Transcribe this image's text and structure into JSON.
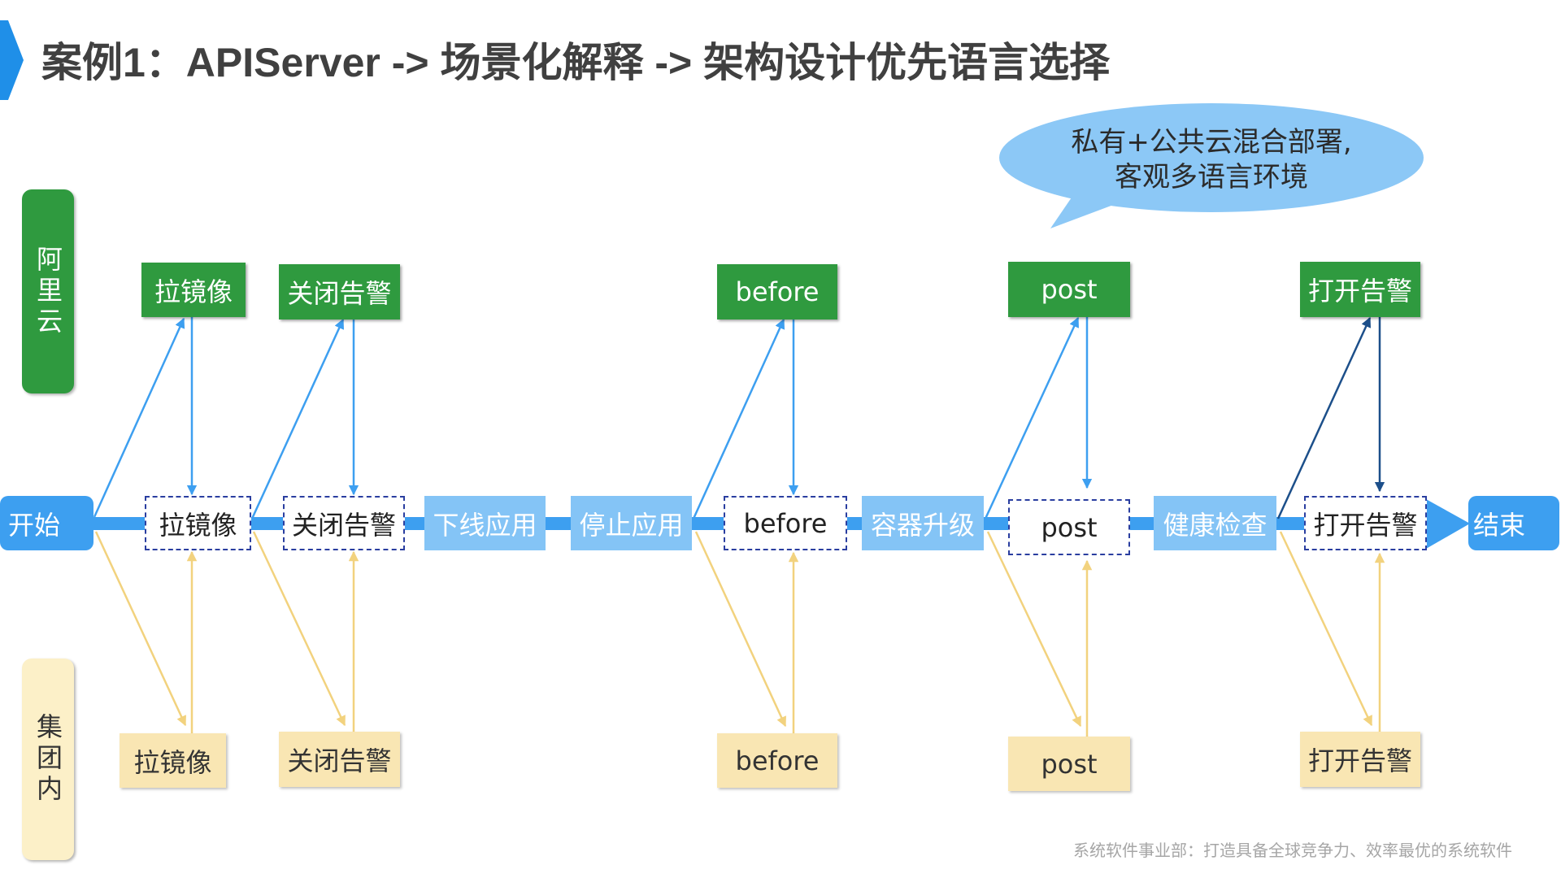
{
  "title": "案例1：APIServer -> 场景化解释 -> 架构设计优先语言选择",
  "callout": {
    "line1": "私有+公共云混合部署,",
    "line2": "客观多语言环境"
  },
  "lanes": {
    "aliyun": {
      "label": "阿里云",
      "hooks": [
        "拉镜像",
        "关闭告警",
        "before",
        "post",
        "打开告警"
      ]
    },
    "group": {
      "label": "集团内",
      "hooks": [
        "拉镜像",
        "关闭告警",
        "before",
        "post",
        "打开告警"
      ]
    }
  },
  "flow": {
    "start": "开始",
    "end": "结束",
    "steps": [
      "拉镜像",
      "关闭告警",
      "下线应用",
      "停止应用",
      "before",
      "容器升级",
      "post",
      "健康检查",
      "打开告警"
    ]
  },
  "footer": "系统软件事业部：打造具备全球竞争力、效率最优的系统软件",
  "colors": {
    "flow_blue": "#3d9ff0",
    "step_blue": "#84c4f6",
    "aliyun_green": "#2f9a3f",
    "group_yellow": "#f9e6b3",
    "group_label_yellow": "#fcf0c8",
    "group_arrow_yellow": "#f2d27e",
    "hook_border": "#2a3ea0",
    "final_navy": "#1c4f8a",
    "callout_blue": "#8cc8f6",
    "title_chevron": "#1f8fe8",
    "title_text": "#404040"
  }
}
